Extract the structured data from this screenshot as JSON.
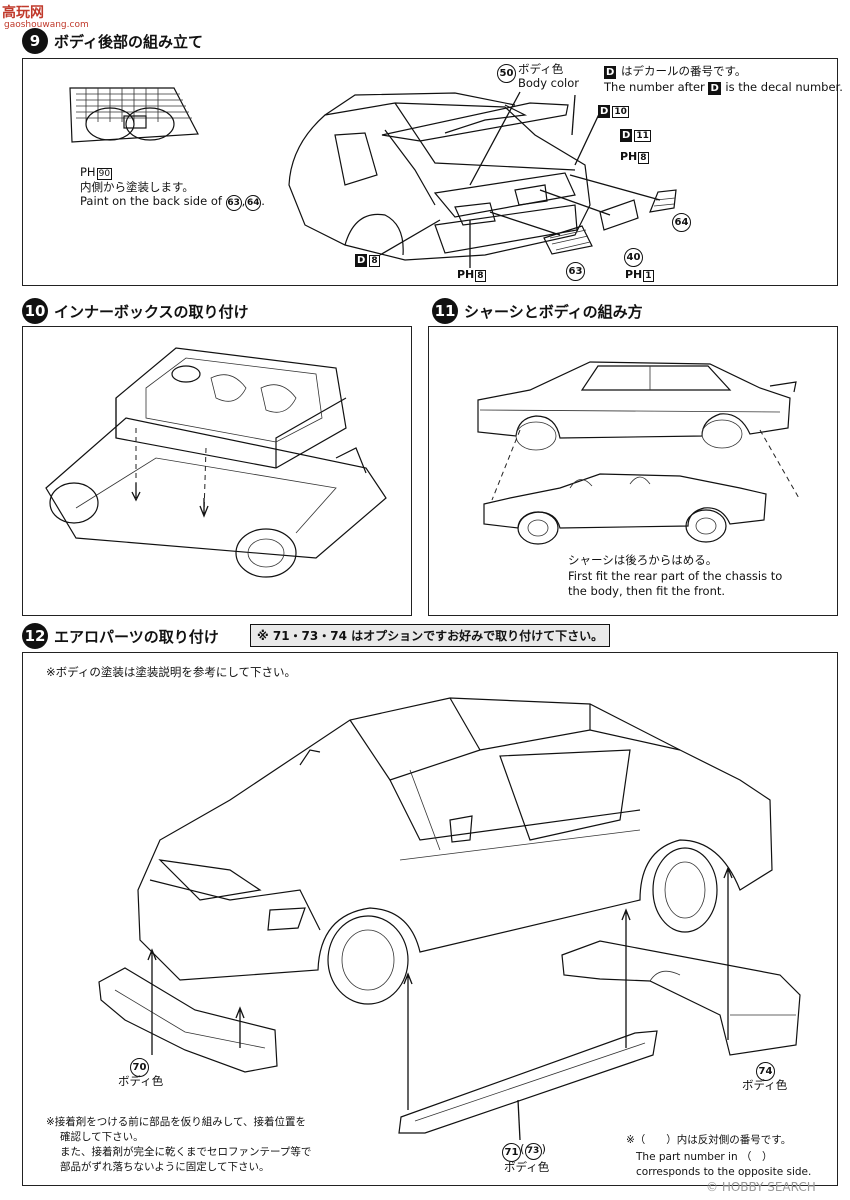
{
  "watermark_top": {
    "brand": "高玩网",
    "url": "gaoshouwang.com"
  },
  "watermark_bottom": "© HOBBY SEARCH",
  "step9": {
    "number": "9",
    "title": "ボディ後部の組み立て",
    "body_color_num": "50",
    "body_color_jp": "ボディ色",
    "body_color_en": "Body color",
    "decal_legend_jp": "はデカールの番号です。",
    "decal_legend_en_pre": "The number after",
    "decal_legend_en_post": "is the decal number.",
    "decal_letter": "D",
    "ph_label": "PH",
    "ph90": "90",
    "paint_jp": "内側から塗装します。",
    "paint_en_pre": "Paint on the back side of",
    "paint_en_a": "63",
    "paint_en_b": "64",
    "refs": {
      "d10": "10",
      "d11": "11",
      "d8": "8",
      "ph8a": "8",
      "ph8b": "8",
      "ph1": "1"
    },
    "parts": {
      "p64": "64",
      "p63": "63",
      "p40": "40"
    }
  },
  "step10": {
    "number": "10",
    "title": "インナーボックスの取り付け"
  },
  "step11": {
    "number": "11",
    "title": "シャーシとボディの組み方",
    "note_jp": "シャーシは後ろからはめる。",
    "note_en1": "First fit the rear part of the chassis to",
    "note_en2": "the body, then fit the front."
  },
  "step12": {
    "number": "12",
    "title": "エアロパーツの取り付け",
    "option_note": "※ 71・73・74 はオプションですお好みで取り付けて下さい。",
    "paint_ref": "※ボディの塗装は塗装説明を参考にして下さい。",
    "part70": "70",
    "part70_label": "ボディ色",
    "part71": "71",
    "part73": "73",
    "part71_label": "ボディ色",
    "part74": "74",
    "part74_label": "ボディ色",
    "glue_note1": "※接着剤をつける前に部品を仮り組みして、接着位置を",
    "glue_note2": "確認して下さい。",
    "glue_note3": "また、接着剤が完全に乾くまでセロファンテープ等で",
    "glue_note4": "部品がずれ落ちないように固定して下さい。",
    "opposite_jp": "※（　　）内は反対側の番号です。",
    "opposite_en1": "The part number in （　）",
    "opposite_en2": "corresponds to the opposite side."
  }
}
